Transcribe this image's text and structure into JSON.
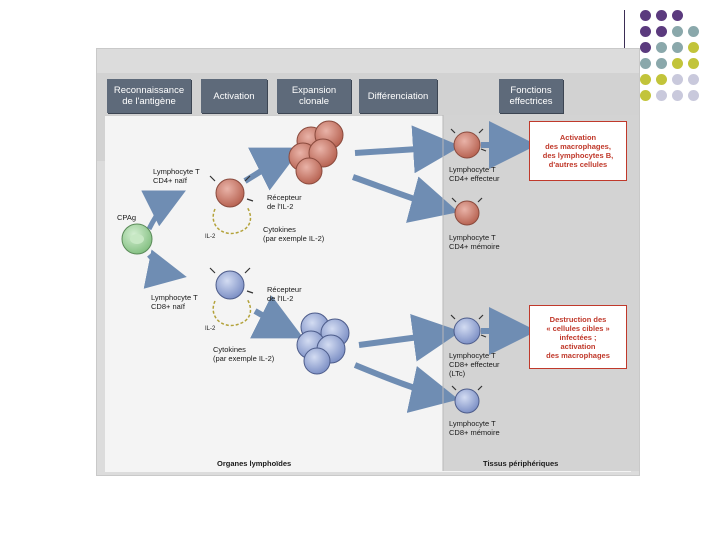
{
  "header": {
    "step1": "Reconnaissance\nde l'antigène",
    "step2": "Activation",
    "step3": "Expansion\nclonale",
    "step4": "Différenciation",
    "step5": "Fonctions\neffectrices"
  },
  "labels": {
    "cd4_naive": "Lymphocyte T\nCD4+ naïf",
    "cpag": "CPAg",
    "il2_receptor_top": "Récepteur\nde l'IL-2",
    "cytokines_top": "Cytokines\n(par exemple IL-2)",
    "cd8_naive": "Lymphocyte T\nCD8+ naïf",
    "il2_receptor_bottom": "Récepteur\nde l'IL-2",
    "cytokines_bottom": "Cytokines\n(par exemple IL-2)",
    "cd4_effector": "Lymphocyte T\nCD4+ effecteur",
    "cd4_memory": "Lymphocyte T\nCD4+ mémoire",
    "cd8_effector": "Lymphocyte T\nCD8+ effecteur\n(LTc)",
    "cd8_memory": "Lymphocyte T\nCD8+ mémoire",
    "il2_mark": "IL-2"
  },
  "functions": {
    "cd4": "Activation\ndes macrophages,\ndes lymphocytes B,\nd'autres cellules",
    "cd8": "Destruction des\n« cellules cibles »\ninfectées ;\nactivation\ndes macrophages"
  },
  "footer": {
    "left": "Organes lymphoïdes",
    "right": "Tissus périphériques"
  },
  "colors": {
    "cd4_cell": "#c9786a",
    "cd8_cell": "#8fa0cf",
    "apc": "#9ccf9a",
    "arrow": "#6f8db3",
    "accent_red": "#c0392b",
    "header_box": "#5e6a7a"
  }
}
